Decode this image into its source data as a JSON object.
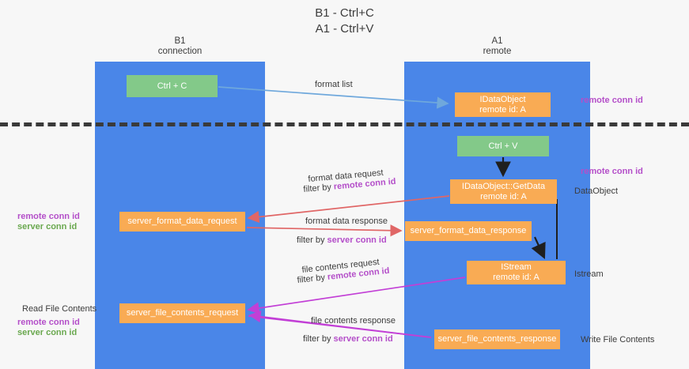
{
  "title": {
    "line1": "B1 - Ctrl+C",
    "line2": "A1 - Ctrl+V"
  },
  "lanes": [
    {
      "id": "b1",
      "name": "B1",
      "role": "connection"
    },
    {
      "id": "a1",
      "name": "A1",
      "role": "remote"
    }
  ],
  "boxes": {
    "ctrl_c": {
      "line1": "Ctrl + C",
      "line2": "",
      "color": "#83c989"
    },
    "idataobject": {
      "line1": "IDataObject",
      "line2": "remote id: A",
      "color": "#f9ab54"
    },
    "ctrl_v": {
      "line1": "Ctrl + V",
      "line2": "",
      "color": "#83c989"
    },
    "getdata": {
      "line1": "IDataObject::GetData",
      "line2": "remote id: A",
      "color": "#f9ab54"
    },
    "server_format_data_request": {
      "line1": "server_format_data_request",
      "color": "#f9ab54"
    },
    "server_format_data_response": {
      "line1": "server_format_data_response",
      "color": "#f9ab54"
    },
    "istream": {
      "line1": "IStream",
      "line2": "remote id: A",
      "color": "#f9ab54"
    },
    "server_file_contents_request": {
      "line1": "server_file_contents_request",
      "color": "#f9ab54"
    },
    "server_file_contents_response": {
      "line1": "server_file_contents_response",
      "color": "#f9ab54"
    }
  },
  "connectors": {
    "format_list": "format list",
    "format_data_request": "format data request",
    "format_data_request_filter_prefix": "filter by ",
    "format_data_request_filter_key": "remote conn id",
    "format_data_response": "format data response",
    "format_data_response_filter_prefix": "filter by ",
    "format_data_response_filter_key": "server conn id",
    "file_contents_request": "file contents request",
    "file_contents_request_filter_prefix": "filter by ",
    "file_contents_request_filter_key": "remote conn id",
    "file_contents_response": "file contents response",
    "file_contents_response_filter_prefix": "filter by ",
    "file_contents_response_filter_key": "server conn id"
  },
  "annotations": {
    "right_remote_conn_id_top": "remote conn id",
    "right_remote_conn_id_mid": "remote conn id",
    "right_dataobject": "DataObject",
    "right_istream": "Istream",
    "right_write_file_contents": "Write File Contents",
    "left_remote_conn_id_mid": "remote conn id",
    "left_server_conn_id_mid": "server conn id",
    "left_read_file_contents": "Read File Contents",
    "left_remote_conn_id_bottom": "remote conn id",
    "left_server_conn_id_bottom": "server conn id"
  },
  "colors": {
    "lane": "#4a86e8",
    "green_box": "#83c989",
    "orange_box": "#f9ab54",
    "purple_label": "#b44fc9",
    "green_label": "#6aa84f",
    "arrow_blue": "#6fa8dc",
    "arrow_red": "#e06666",
    "arrow_magenta": "#c23fd6",
    "arrow_black": "#1f1f1f",
    "separator": "#3a3a3a",
    "background": "#f7f7f7"
  }
}
